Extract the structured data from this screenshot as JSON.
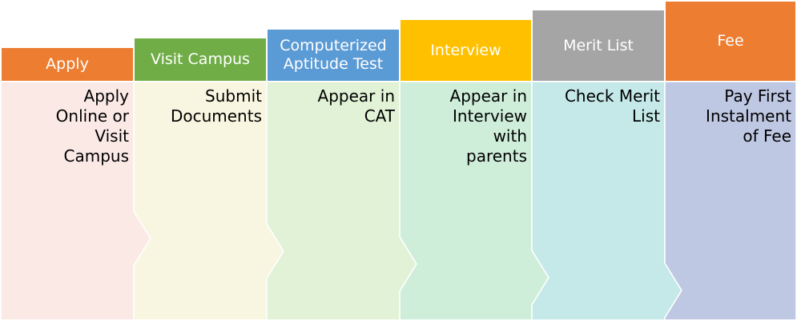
{
  "steps": [
    {
      "title": "Apply",
      "description": "Apply\nOnline or\nVisit\nCampus",
      "header_color": "#ED7D31",
      "body_color": "#FBE9E6"
    },
    {
      "title": "Visit Campus",
      "description": "Submit\nDocuments",
      "header_color": "#70AD47",
      "body_color": "#F8F6E0"
    },
    {
      "title": "Computerized Aptitude Test",
      "description": "Appear in\nCAT",
      "header_color": "#5B9BD5",
      "body_color": "#E1F2D6"
    },
    {
      "title": "Interview",
      "description": "Appear in\nInterview\nwith\nparents",
      "header_color": "#FFC000",
      "body_color": "#CFEED9"
    },
    {
      "title": "Merit List",
      "description": "Check Merit\nList",
      "header_color": "#A5A5A5",
      "body_color": "#C5E8E8"
    },
    {
      "title": "Fee",
      "description": "Pay First\nInstalment\nof Fee",
      "header_color": "#ED7D31",
      "body_color": "#BFC8E3"
    }
  ]
}
